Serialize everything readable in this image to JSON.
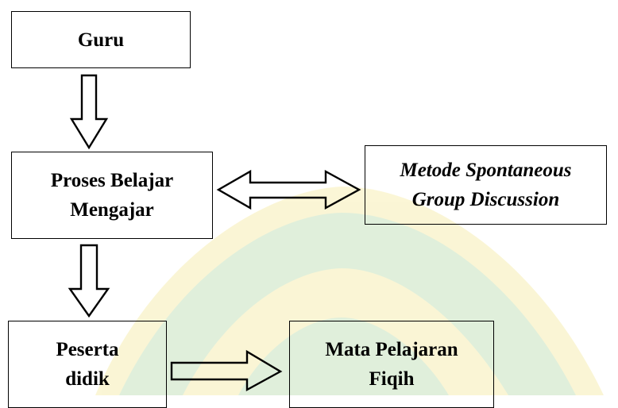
{
  "nodes": {
    "guru": {
      "lines": [
        "Guru"
      ]
    },
    "pbm": {
      "lines": [
        "Proses Belajar",
        "Mengajar"
      ]
    },
    "metode": {
      "lines": [
        "Metode Spontaneous",
        "Group Discussion"
      ]
    },
    "peserta": {
      "lines": [
        "Peserta",
        "didik"
      ]
    },
    "mapel": {
      "lines": [
        "Mata Pelajaran",
        "Fiqih"
      ]
    }
  },
  "edges": [
    {
      "from": "guru",
      "to": "pbm",
      "style": "hollow-arrow"
    },
    {
      "from": "pbm",
      "to": "metode",
      "style": "hollow-double-arrow"
    },
    {
      "from": "pbm",
      "to": "peserta",
      "style": "hollow-arrow"
    },
    {
      "from": "peserta",
      "to": "mapel",
      "style": "hollow-arrow"
    }
  ],
  "colors": {
    "line": "#000000",
    "watermark_green": "#a9d49a",
    "watermark_yellow": "#f3e58a"
  }
}
